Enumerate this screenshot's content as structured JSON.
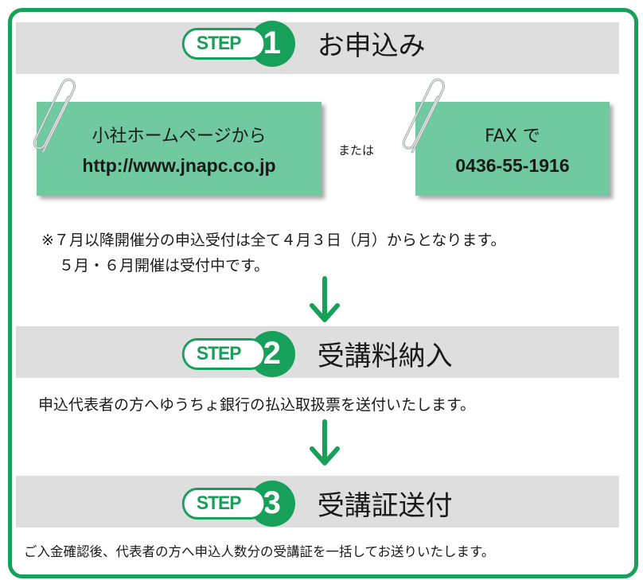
{
  "steps": [
    {
      "label": "STEP",
      "number": "1",
      "title": "お申込み"
    },
    {
      "label": "STEP",
      "number": "2",
      "title": "受講料納入"
    },
    {
      "label": "STEP",
      "number": "3",
      "title": "受講証送付"
    }
  ],
  "cards": {
    "web": {
      "line1": "小社ホームページから",
      "line2": "http://www.jnapc.co.jp"
    },
    "fax": {
      "line1": "FAX で",
      "line2": "0436-55-1916"
    }
  },
  "or_label": "または",
  "note": {
    "line1": "※７月以降開催分の申込受付は全て４月３日（月）からとなります。",
    "line2": "５月・６月開催は受付中です。"
  },
  "step2_desc": "申込代表者の方へゆうちょ銀行の払込取扱票を送付いたします。",
  "step3_desc": "ご入金確認後、代表者の方へ申込人数分の受講証を一括してお送りいたします。",
  "colors": {
    "accent": "#16a05a",
    "card": "#70c9a0",
    "band": "#dedede"
  },
  "icons": [
    "paperclip-icon",
    "down-arrow-icon"
  ]
}
